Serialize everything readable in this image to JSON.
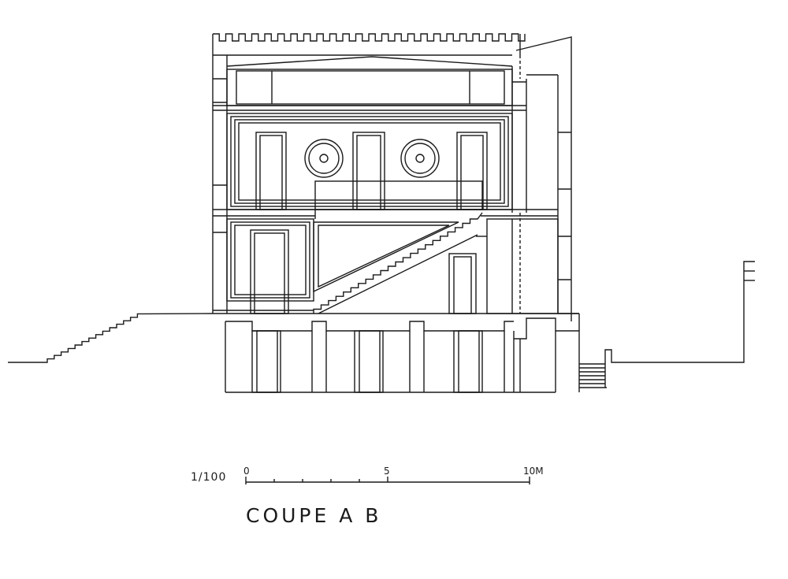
{
  "drawing": {
    "title": "COUPE A B",
    "scale_ratio": "1/100",
    "scale_ticks": [
      "0",
      "5",
      "10M"
    ],
    "line_color": "#1a1a1a",
    "paper_color": "#ffffff"
  }
}
